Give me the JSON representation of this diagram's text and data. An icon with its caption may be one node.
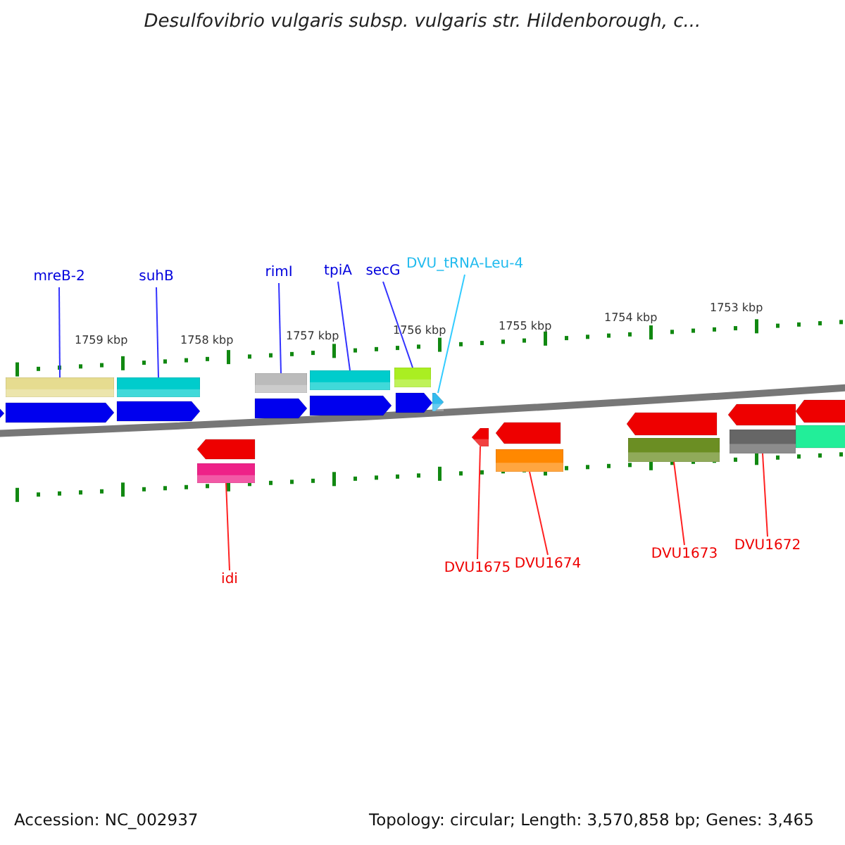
{
  "diagram": {
    "title": "Desulfovibrio vulgaris subsp. vulgaris str. Hildenborough, c...",
    "nodes": [
      {
        "text": [
          "mreB-2"
        ]
      },
      {
        "text": [
          "suhB"
        ]
      },
      {
        "text": [
          "rimI"
        ]
      },
      {
        "text": [
          "tpiA"
        ]
      },
      {
        "text": [
          "secG"
        ]
      },
      {
        "text": [
          "DVU_tRNA-Leu-4"
        ]
      },
      {
        "text": [
          "idi"
        ]
      },
      {
        "text": [
          "DVU1675"
        ]
      },
      {
        "text": [
          "DVU1674"
        ]
      },
      {
        "text": [
          "DVU1673"
        ]
      },
      {
        "text": [
          "DVU1672"
        ]
      },
      {
        "text": [],
        "shape": "bar"
      },
      {
        "text": [],
        "shape": "bar"
      },
      {
        "text": [],
        "shape": "bar"
      },
      {
        "text": [],
        "shape": "bar"
      },
      {
        "text": [],
        "shape": "bar"
      },
      {
        "text": [],
        "shape": "arrow"
      },
      {
        "text": [],
        "shape": "bar"
      },
      {
        "text": [],
        "shape": "arrow"
      },
      {
        "text": [],
        "shape": "bar"
      },
      {
        "text": [],
        "shape": "bar"
      },
      {
        "text": [],
        "shape": "bar"
      }
    ],
    "edges": [
      {
        "from": 0,
        "to": 11,
        "arrow": "none",
        "color": "#3333ff"
      },
      {
        "from": 1,
        "to": 12,
        "arrow": "none",
        "color": "#3333ff"
      },
      {
        "from": 2,
        "to": 13,
        "arrow": "none",
        "color": "#3333ff"
      },
      {
        "from": 3,
        "to": 14,
        "arrow": "none",
        "color": "#3333ff"
      },
      {
        "from": 4,
        "to": 15,
        "arrow": "none",
        "color": "#3333ff"
      },
      {
        "from": 5,
        "to": 16,
        "arrow": "none",
        "color": "#33ccff"
      },
      {
        "from": 6,
        "to": 17,
        "arrow": "none",
        "color": "#ff2222"
      },
      {
        "from": 7,
        "to": 18,
        "arrow": "none",
        "color": "#ff2222"
      },
      {
        "from": 8,
        "to": 19,
        "arrow": "none",
        "color": "#ff2222"
      },
      {
        "from": 9,
        "to": 20,
        "arrow": "none",
        "color": "#ff2222"
      },
      {
        "from": 10,
        "to": 21,
        "arrow": "none",
        "color": "#ff2222"
      }
    ],
    "labels": [
      "1759 kbp",
      "1758 kbp",
      "1757 kbp",
      "1756 kbp",
      "1755 kbp",
      "1754 kbp",
      "1753 kbp",
      "Accession: NC_002937",
      "Topology: circular; Length: 3,570,858 bp; Genes: 3,465"
    ]
  }
}
